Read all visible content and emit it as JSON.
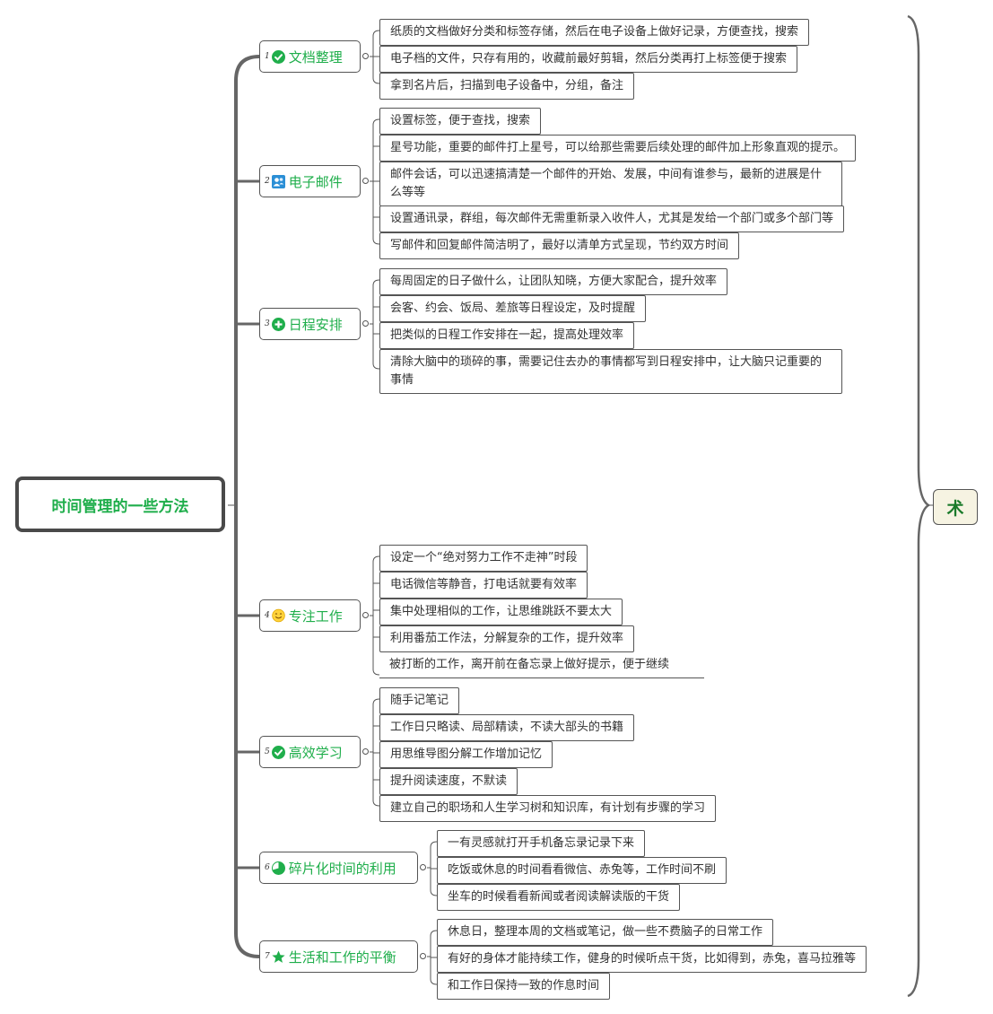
{
  "root": {
    "title": "时间管理的一些方法"
  },
  "summary": {
    "label": "术"
  },
  "colors": {
    "accent_green": "#1fae4b",
    "line": "#555555",
    "summary_bg": "#f6f3e2"
  },
  "branches": [
    {
      "number": "1",
      "icon": "check-circle-icon",
      "label": "文档整理",
      "items": [
        "纸质的文档做好分类和标签存储，然后在电子设备上做好记录，方便查找，搜索",
        "电子档的文件，只存有用的，收藏前最好剪辑，然后分类再打上标签便于搜索",
        "拿到名片后，扫描到电子设备中，分组，备注"
      ]
    },
    {
      "number": "2",
      "icon": "contacts-icon",
      "label": "电子邮件",
      "items": [
        "设置标签，便于查找，搜索",
        "星号功能，重要的邮件打上星号，可以给那些需要后续处理的邮件加上形象直观的提示。",
        "邮件会话，可以迅速搞清楚一个邮件的开始、发展，中间有谁参与，最新的进展是什么等等",
        "设置通讯录，群组，每次邮件无需重新录入收件人，尤其是发给一个部门或多个部门等",
        "写邮件和回复邮件简洁明了，最好以清单方式呈现，节约双方时间"
      ]
    },
    {
      "number": "3",
      "icon": "plus-circle-icon",
      "label": "日程安排",
      "items": [
        "每周固定的日子做什么，让团队知晓，方便大家配合，提升效率",
        "会客、约会、饭局、差旅等日程设定，及时提醒",
        "把类似的日程工作安排在一起，提高处理效率",
        "清除大脑中的琐碎的事，需要记住去办的事情都写到日程安排中，让大脑只记重要的事情"
      ]
    },
    {
      "number": "4",
      "icon": "smiley-icon",
      "label": "专注工作",
      "items": [
        "设定一个“绝对努力工作不走神”时段",
        "电话微信等静音，打电话就要有效率",
        "集中处理相似的工作，让思维跳跃不要太大",
        "利用番茄工作法，分解复杂的工作，提升效率",
        "被打断的工作，离开前在备忘录上做好提示，便于继续"
      ]
    },
    {
      "number": "5",
      "icon": "check-circle-icon",
      "label": "高效学习",
      "items": [
        "随手记笔记",
        "工作日只略读、局部精读，不读大部头的书籍",
        "用思维导图分解工作增加记忆",
        "提升阅读速度，不默读",
        "建立自己的职场和人生学习树和知识库，有计划有步骤的学习"
      ]
    },
    {
      "number": "6",
      "icon": "pie-chart-icon",
      "label": "碎片化时间的利用",
      "items": [
        "一有灵感就打开手机备忘录记录下来",
        "吃饭或休息的时间看看微信、赤兔等，工作时间不刷",
        "坐车的时候看看新闻或者阅读解读版的干货"
      ]
    },
    {
      "number": "7",
      "icon": "star-icon",
      "label": "生活和工作的平衡",
      "items": [
        "休息日，整理本周的文档或笔记，做一些不费脑子的日常工作",
        "有好的身体才能持续工作，健身的时候听点干货，比如得到，赤兔，喜马拉雅等",
        "和工作日保持一致的作息时间"
      ]
    }
  ]
}
